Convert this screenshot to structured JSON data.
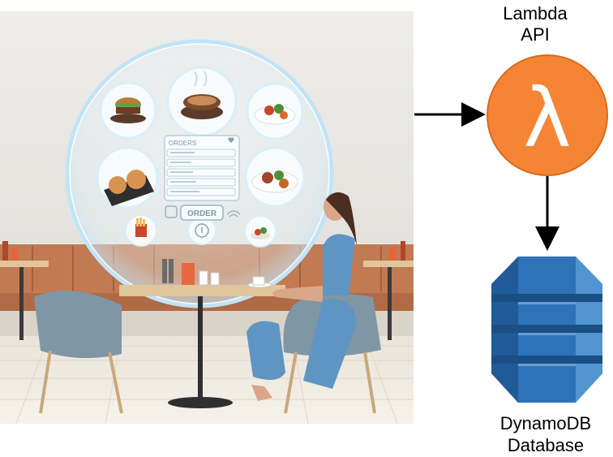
{
  "hologram": {
    "orders_title": "ORDERS",
    "order_button": "ORDER"
  },
  "lambda_node": {
    "line1": "Lambda",
    "line2": "API",
    "icon_glyph": "λ",
    "icon": "aws-lambda-icon",
    "color": "#f58534"
  },
  "dynamodb_node": {
    "line1": "DynamoDB",
    "line2": "Database",
    "icon": "aws-dynamodb-icon",
    "color": "#2e73b8"
  },
  "colors": {
    "arrow": "#000000",
    "hologram_glow": "#bfe4f7",
    "booth": "#c17a52",
    "chair": "#7f96a4",
    "dress": "#5f95c2"
  }
}
